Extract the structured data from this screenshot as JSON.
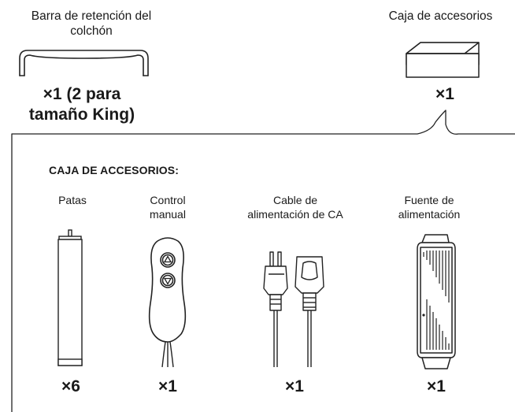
{
  "top": {
    "bar": {
      "label": "Barra de retención del colchón",
      "label_line1": "Barra de retención del",
      "label_line2": "colchón",
      "qty_line1": "×1 (2 para",
      "qty_line2": "tamaño King"
    },
    "box": {
      "label": "Caja de accesorios",
      "qty": "×1"
    }
  },
  "panel": {
    "title": "CAJA DE ACCESORIOS:",
    "items": [
      {
        "name": "legs",
        "label_line1": "Patas",
        "label_line2": "",
        "qty": "×6",
        "icon": "leg-icon"
      },
      {
        "name": "remote",
        "label_line1": "Control",
        "label_line2": "manual",
        "qty": "×1",
        "icon": "remote-control-icon"
      },
      {
        "name": "cable",
        "label_line1": "Cable de",
        "label_line2": "alimentación de CA",
        "qty": "×1",
        "icon": "ac-power-cable-icon"
      },
      {
        "name": "psu",
        "label_line1": "Fuente de",
        "label_line2": "alimentación",
        "qty": "×1",
        "icon": "power-supply-icon"
      }
    ]
  }
}
